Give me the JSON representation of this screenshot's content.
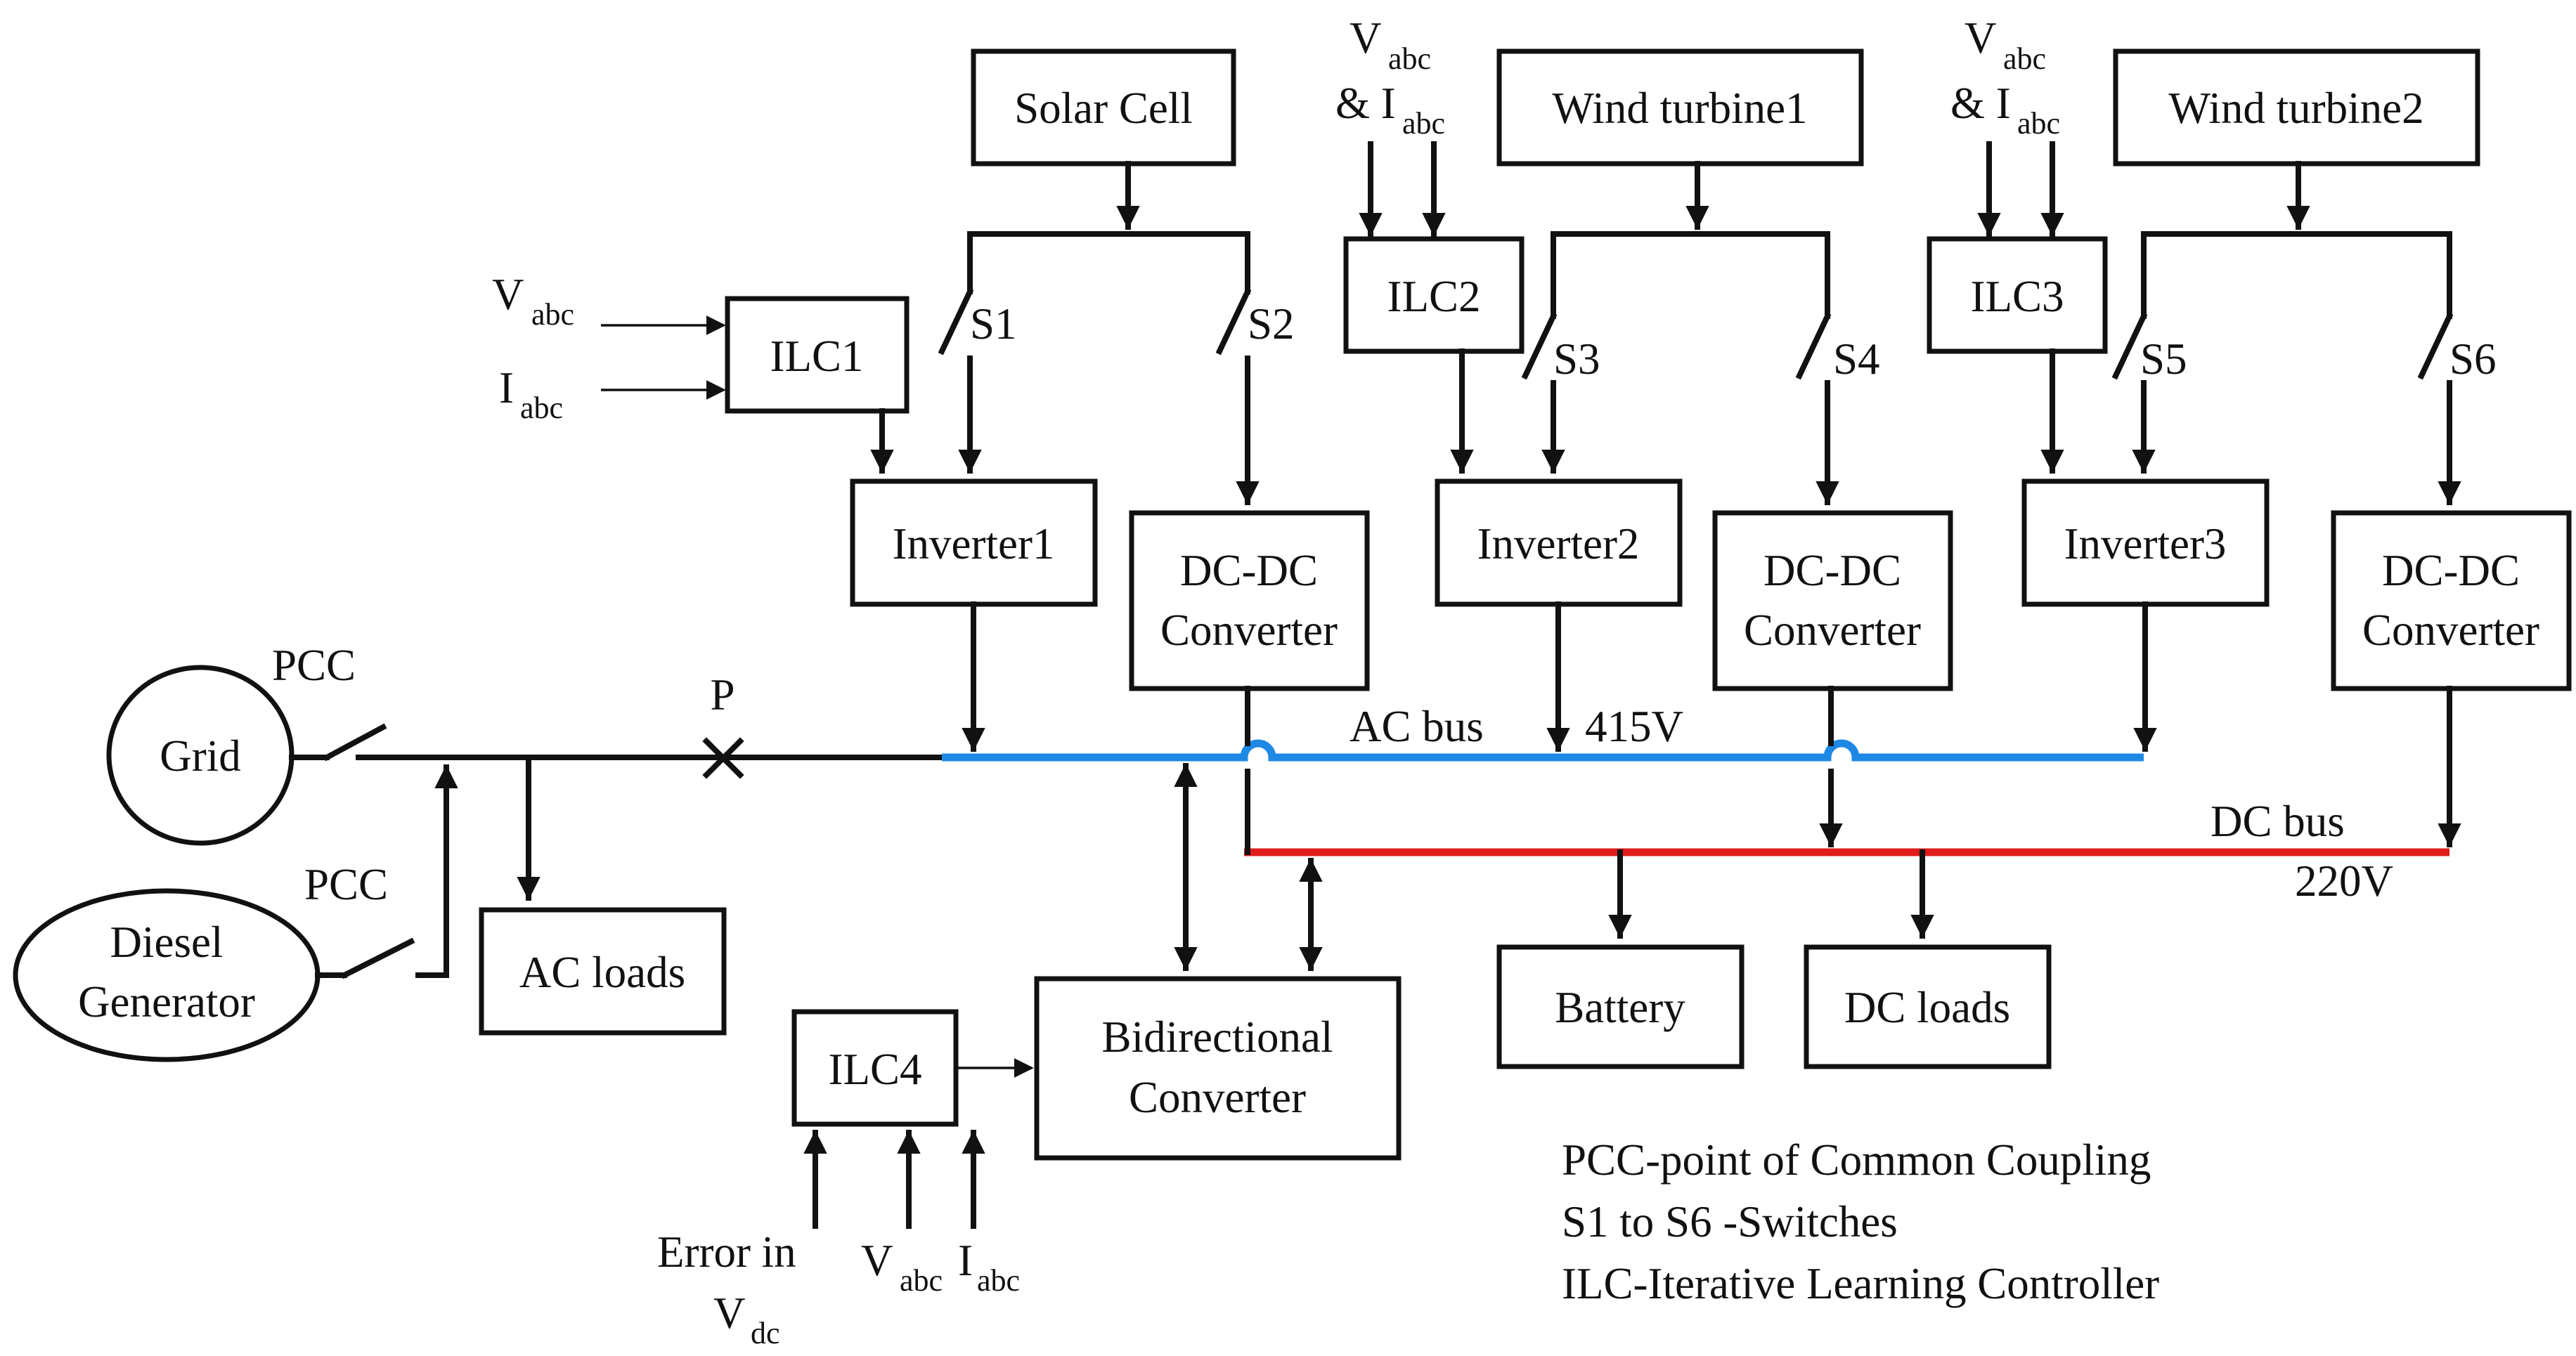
{
  "colors": {
    "ac_bus": "#1e88e5",
    "dc_bus": "#e01b1b",
    "line": "#111111"
  },
  "blocks": {
    "solar": "Solar Cell",
    "wind1": "Wind turbine1",
    "wind2": "Wind turbine2",
    "ilc1": "ILC1",
    "ilc2": "ILC2",
    "ilc3": "ILC3",
    "ilc4": "ILC4",
    "inverter1": "Inverter1",
    "inverter2": "Inverter2",
    "inverter3": "Inverter3",
    "dcdc1": [
      "DC-DC",
      "Converter"
    ],
    "dcdc2": [
      "DC-DC",
      "Converter"
    ],
    "dcdc3": [
      "DC-DC",
      "Converter"
    ],
    "ac_loads": "AC loads",
    "battery": "Battery",
    "dc_loads": "DC loads",
    "bidirectional": [
      "Bidirectional",
      "Converter"
    ],
    "grid": "Grid",
    "diesel": [
      "Diesel",
      "Generator"
    ]
  },
  "switches": [
    "S1",
    "S2",
    "S3",
    "S4",
    "S5",
    "S6"
  ],
  "pcc": "PCC",
  "point_p": "P",
  "buses": {
    "ac_label": "AC bus",
    "ac_voltage": "415V",
    "dc_label": "DC bus",
    "dc_voltage": "220V"
  },
  "signals": {
    "v": "V",
    "i": "I",
    "abc": "abc",
    "amp": "& ",
    "error_in": "Error in",
    "dc": "dc"
  },
  "legend": [
    "PCC-point of Common Coupling",
    "S1 to S6 -Switches",
    "ILC-Iterative Learning Controller"
  ]
}
